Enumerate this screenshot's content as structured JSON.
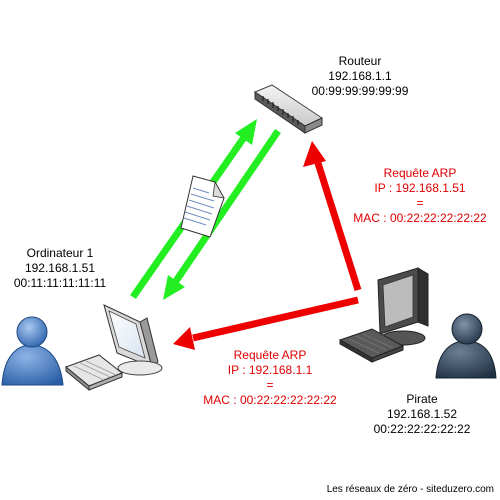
{
  "router": {
    "name": "Routeur",
    "ip": "192.168.1.1",
    "mac": "00:99:99:99:99:99"
  },
  "computer1": {
    "name": "Ordinateur 1",
    "ip": "192.168.1.51",
    "mac": "00:11:11:11:11:11"
  },
  "pirate": {
    "name": "Pirate",
    "ip": "192.168.1.52",
    "mac": "00:22:22:22:22:22"
  },
  "arp_to_router": {
    "title": "Requête ARP",
    "ip_line": "IP : 192.168.1.51",
    "equals": "=",
    "mac_line": "MAC : 00:22:22:22:22:22"
  },
  "arp_to_computer": {
    "title": "Requête ARP",
    "ip_line": "IP : 192.168.1.1",
    "equals": "=",
    "mac_line": "MAC : 00:22:22:22:22:22"
  },
  "footer": "Les réseaux de zéro - siteduzero.com",
  "colors": {
    "green_arrow": "#22ee22",
    "red_arrow": "#ee0000",
    "label_red": "#e00000",
    "user_blue": "#4a7fc1",
    "pirate_dark": "#34485e"
  }
}
